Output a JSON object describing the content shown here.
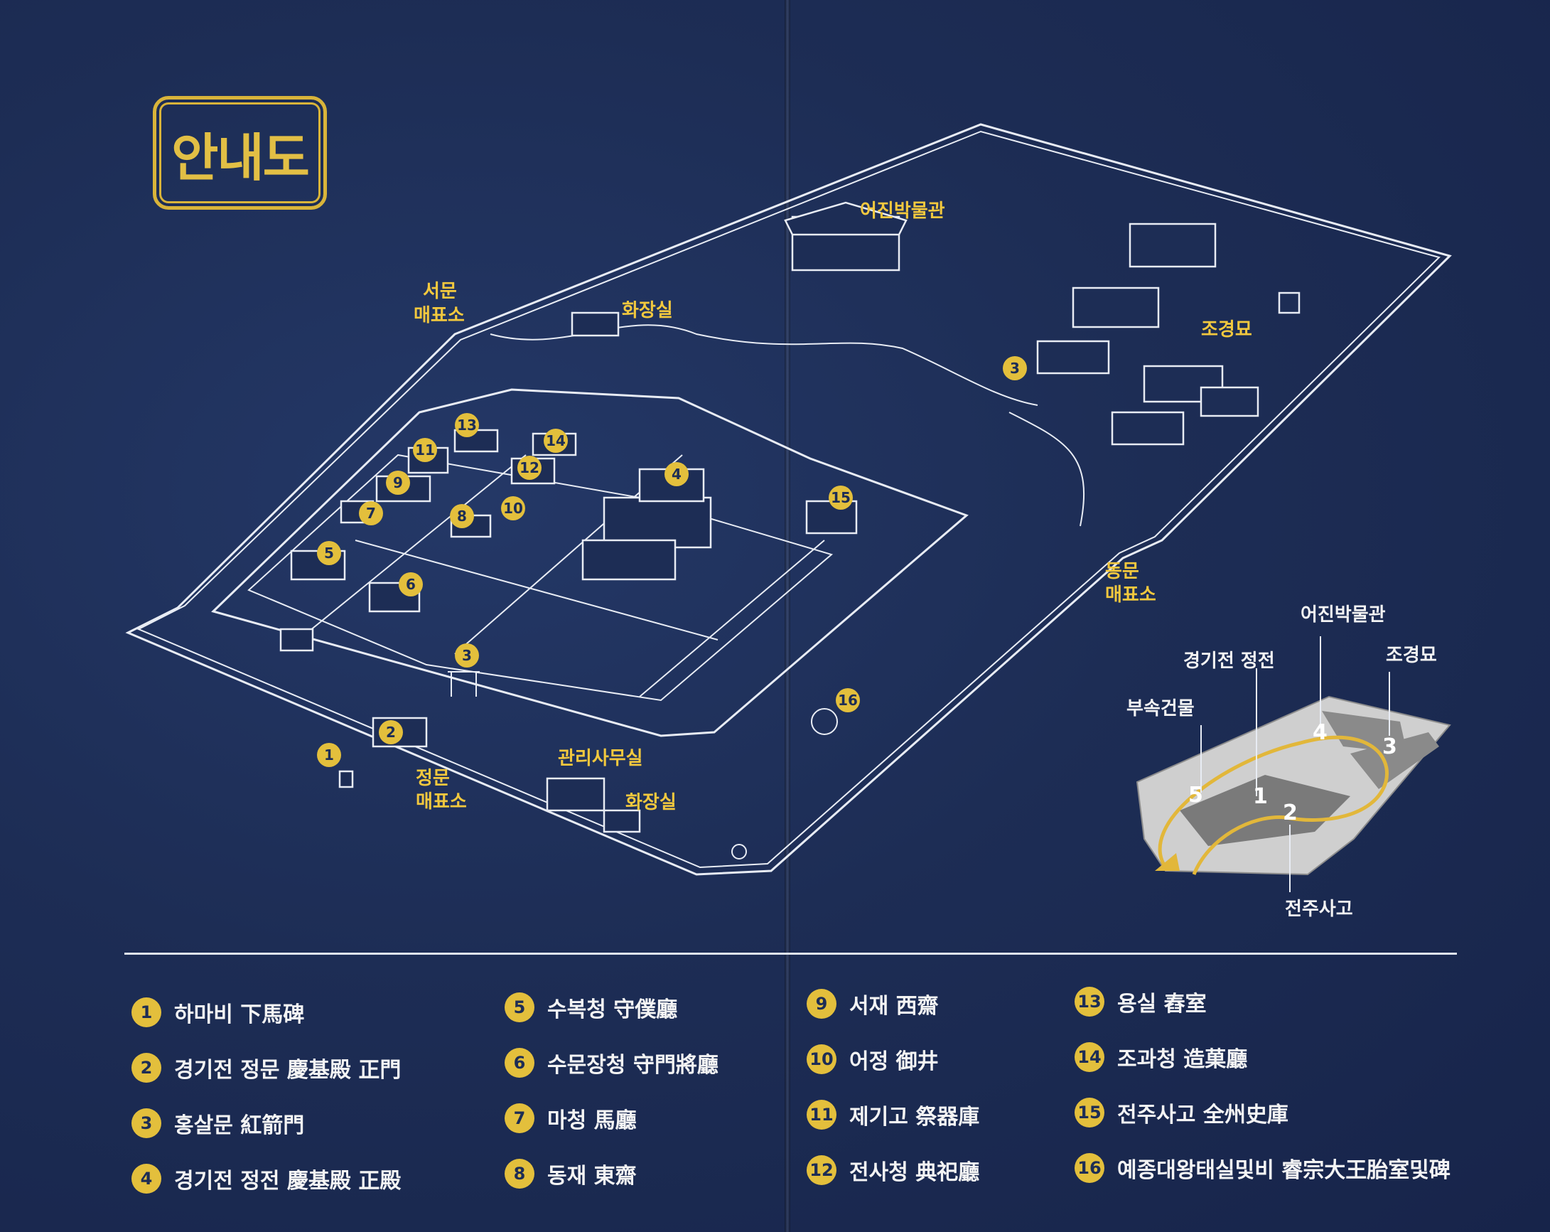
{
  "title": "안내도",
  "map_labels": {
    "museum": "어진박물관",
    "west_ticket_1": "서문",
    "west_ticket_2": "매표소",
    "restroom_top": "화장실",
    "jogyeongmyo": "조경묘",
    "east_ticket_1": "동문",
    "east_ticket_2": "매표소",
    "main_ticket_1": "정문",
    "main_ticket_2": "매표소",
    "office": "관리사무실",
    "restroom_bottom": "화장실"
  },
  "mini_map": {
    "labels": {
      "museum": "어진박물관",
      "main_hall": "경기전 정전",
      "jogyeongmyo": "조경묘",
      "annex": "부속건물",
      "archive": "전주사고"
    },
    "route_numbers": [
      "1",
      "2",
      "3",
      "4",
      "5"
    ]
  },
  "badges": [
    "1",
    "2",
    "3",
    "4",
    "5",
    "6",
    "7",
    "8",
    "9",
    "10",
    "11",
    "12",
    "13",
    "14",
    "15",
    "16"
  ],
  "legend": [
    {
      "num": "1",
      "name": "하마비 下馬碑"
    },
    {
      "num": "2",
      "name": "경기전 정문 慶基殿 正門"
    },
    {
      "num": "3",
      "name": "홍살문 紅箭門"
    },
    {
      "num": "4",
      "name": "경기전 정전 慶基殿 正殿"
    },
    {
      "num": "5",
      "name": "수복청 守僕廳"
    },
    {
      "num": "6",
      "name": "수문장청 守門將廳"
    },
    {
      "num": "7",
      "name": "마청 馬廳"
    },
    {
      "num": "8",
      "name": "동재 東齋"
    },
    {
      "num": "9",
      "name": "서재 西齋"
    },
    {
      "num": "10",
      "name": "어정 御井"
    },
    {
      "num": "11",
      "name": "제기고 祭器庫"
    },
    {
      "num": "12",
      "name": "전사청 典祀廳"
    },
    {
      "num": "13",
      "name": "용실 舂室"
    },
    {
      "num": "14",
      "name": "조과청 造菓廳"
    },
    {
      "num": "15",
      "name": "전주사고 全州史庫"
    },
    {
      "num": "16",
      "name": "예종대왕태실및비 睿宗大王胎室및碑"
    }
  ]
}
